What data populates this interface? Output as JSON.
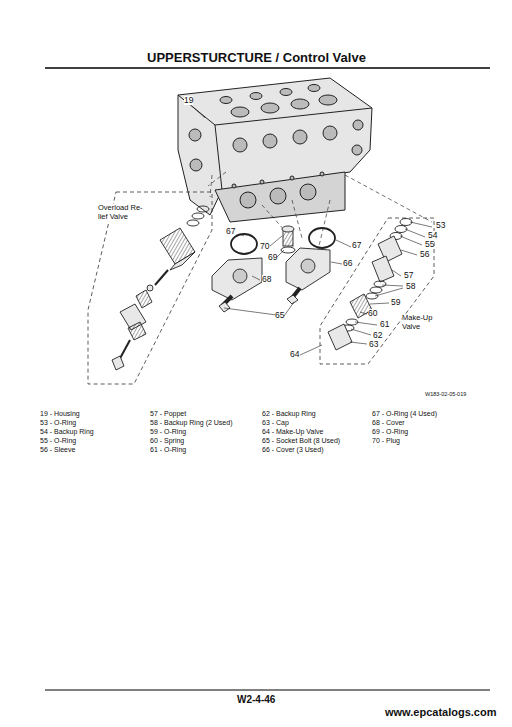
{
  "diagram": {
    "title": "UPPERSTURCTURE / Control Valve",
    "nodes": [
      {
        "text": [
          "Overload Re-lief Valve"
        ]
      },
      {
        "text": [
          "Make-Up Valve"
        ]
      }
    ],
    "labels": [
      "19",
      "53",
      "54",
      "55",
      "56",
      "57",
      "58",
      "59",
      "60",
      "61",
      "62",
      "63",
      "64",
      "65",
      "66",
      "67",
      "67",
      "68",
      "69",
      "70",
      "W183-02-05-019",
      "19 - Housing",
      "53 - O-Ring",
      "54 - Backup Ring",
      "55 - O-Ring",
      "56 - Sleeve",
      "57 - Poppet",
      "58 - Backup Ring (2 Used)",
      "59 - O-Ring",
      "60 - Spring",
      "61 - O-Ring",
      "62 - Backup Ring",
      "63 - Cap",
      "64 - Make-Up Valve",
      "65 - Socket Bolt (8 Used)",
      "66 - Cover (3 Used)",
      "67 - O-Ring (4 Used)",
      "68 - Cover",
      "69 - O-Ring",
      "70 - Plug",
      "W2-4-46",
      "www.epcatalogs.com"
    ]
  }
}
